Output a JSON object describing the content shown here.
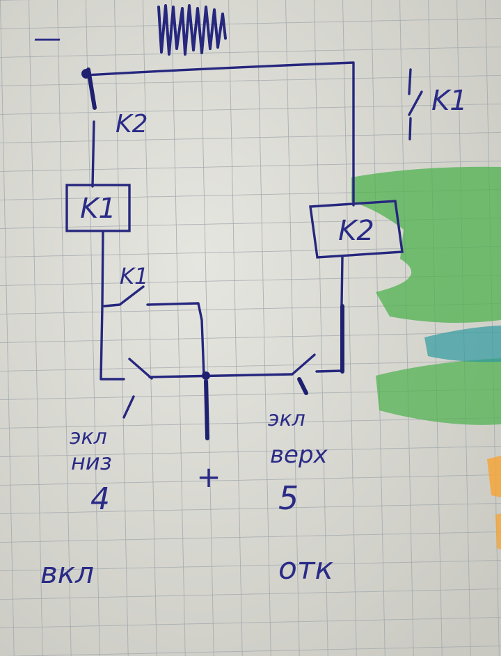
{
  "colors": {
    "paper": "#dcdcd6",
    "grid": "#9fa5a9",
    "ink": "#26277e",
    "marker_green": "#4fb24f",
    "marker_teal": "#2f9aa0",
    "marker_orange": "#f3a53a"
  },
  "labels": {
    "minus": "—",
    "k2_contact_top": "K2",
    "k1_contact_right": "K1",
    "relay_k1": "K1",
    "relay_k2": "K2",
    "k1_contact_mid": "K1",
    "plus": "+",
    "switch_left": "экл",
    "switch_left_sub": "низ",
    "switch_left_num": "4",
    "switch_left_state": "вкл",
    "switch_right": "экл",
    "switch_right_sub": "верх",
    "switch_right_num": "5",
    "switch_right_state": "отк"
  }
}
